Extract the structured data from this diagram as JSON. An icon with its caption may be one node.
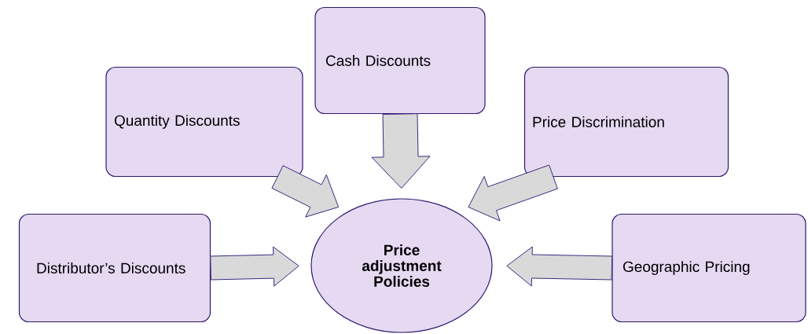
{
  "diagram": {
    "nodes": [
      {
        "text": [
          "Cash Discounts"
        ]
      },
      {
        "text": [
          "Quantity Discounts"
        ]
      },
      {
        "text": [
          "Price Discrimination"
        ]
      },
      {
        "text": [
          "Distributor’s Discounts"
        ]
      },
      {
        "text": [
          "Price adjustment Policies"
        ]
      },
      {
        "text": [
          "Geographic Pricing"
        ]
      }
    ],
    "edges": [
      {
        "from": 0,
        "to": 4,
        "arrow": "to"
      },
      {
        "from": 1,
        "to": 4,
        "arrow": "to"
      },
      {
        "from": 2,
        "to": 4,
        "arrow": "to"
      },
      {
        "from": 3,
        "to": 4,
        "arrow": "to"
      },
      {
        "from": 5,
        "to": 4,
        "arrow": "to"
      }
    ]
  }
}
